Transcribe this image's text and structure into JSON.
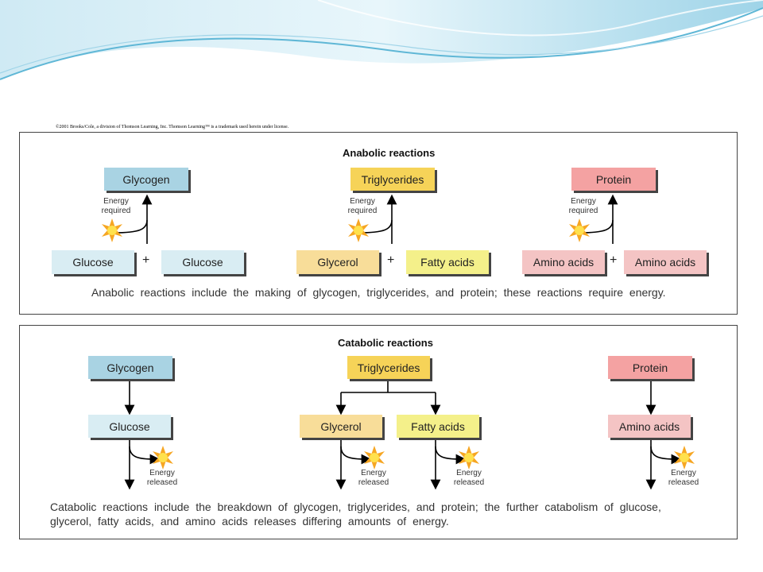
{
  "copyright": "©2001 Brooks/Cole, a division of Thomson Learning, Inc.  Thomson Learning™ is a trademark used herein under license.",
  "anabolic": {
    "title": "Anabolic reactions",
    "products": [
      "Glycogen",
      "Triglycerides",
      "Protein"
    ],
    "energy_label": "Energy\nrequired",
    "reactants": [
      [
        "Glucose",
        "Glucose"
      ],
      [
        "Glycerol",
        "Fatty  acids"
      ],
      [
        "Amino  acids",
        "Amino  acids"
      ]
    ],
    "plus": "+",
    "caption": "Anabolic reactions include the making of glycogen, triglycerides, and protein; these reactions require energy."
  },
  "catabolic": {
    "title": "Catabolic reactions",
    "sources": [
      "Glycogen",
      "Triglycerides",
      "Protein"
    ],
    "intermediates": [
      "Glucose",
      "Glycerol",
      "Fatty acids",
      "Amino acids"
    ],
    "energy_label": "Energy\nreleased",
    "caption_line1": "Catabolic reactions include the breakdown of glycogen, triglycerides, and protein; the further catabolism of glucose,",
    "caption_line2": "glycerol, fatty acids, and amino acids releases differing amounts of energy."
  },
  "colors": {
    "carb": "#a9d3e3",
    "carb_light": "#d9edf3",
    "fat": "#f6d358",
    "fat_light": "#f8dd99",
    "fatty_acid": "#f4f08a",
    "protein": "#f4a2a2",
    "protein_light": "#f4c4c4",
    "wave": "#7fc4dc"
  }
}
